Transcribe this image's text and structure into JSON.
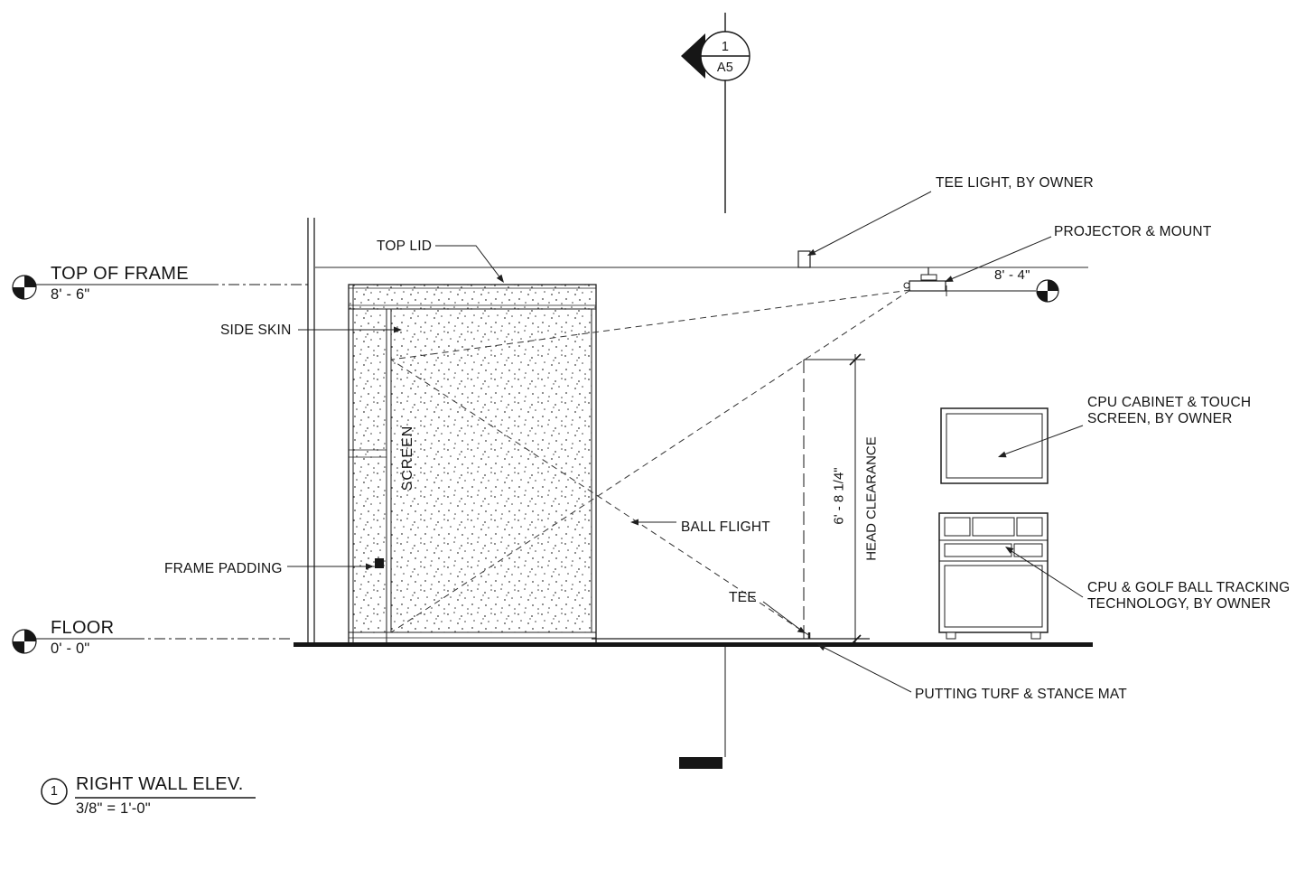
{
  "section_head": {
    "number": "1",
    "sheet": "A5"
  },
  "levels": {
    "top_of_frame": {
      "name": "TOP OF FRAME",
      "elevation": "8' - 6\""
    },
    "floor": {
      "name": "FLOOR",
      "elevation": "0' - 0\""
    }
  },
  "labels": {
    "top_lid": "TOP LID",
    "side_skin": "SIDE SKIN",
    "screen": "SCREEN",
    "frame_padding": "FRAME PADDING",
    "ball_flight": "BALL FLIGHT",
    "tee": "TEE",
    "putting_turf": "PUTTING TURF & STANCE  MAT",
    "tee_light": "TEE LIGHT, BY OWNER",
    "projector": "PROJECTOR & MOUNT",
    "cpu_cabinet_line1": "CPU CABINET & TOUCH",
    "cpu_cabinet_line2": "SCREEN, BY OWNER",
    "cpu_tracking_line1": "CPU & GOLF BALL TRACKING",
    "cpu_tracking_line2": "TECHNOLOGY, BY OWNER"
  },
  "dimensions": {
    "projector_height": "8' - 4\"",
    "head_clearance_value": "6' - 8 1/4\"",
    "head_clearance_label": "HEAD CLEARANCE"
  },
  "view_title": {
    "number": "1",
    "name": "RIGHT WALL ELEV.",
    "scale": "3/8\" = 1'-0\""
  },
  "colors": {
    "ink": "#161616",
    "dash": "#333333"
  }
}
